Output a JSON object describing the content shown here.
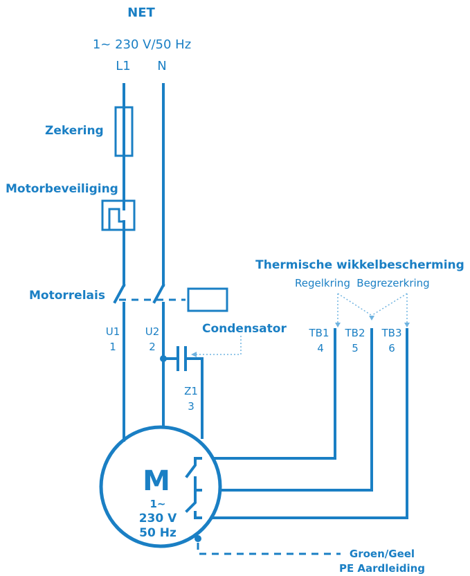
{
  "net": {
    "title": "NET",
    "supply": "1~ 230 V/50 Hz",
    "l1": "L1",
    "n": "N"
  },
  "components": {
    "fuse": "Zekering",
    "motor_protection": "Motorbeveiliging",
    "motor_relay": "Motorrelais",
    "capacitor": "Condensator"
  },
  "thermal": {
    "title": "Thermische wikkelbescherming",
    "control_circuit": "Regelkring",
    "limiter_circuit": "Begrezerkring"
  },
  "terminals": {
    "u1": "U1",
    "u1_num": "1",
    "u2": "U2",
    "u2_num": "2",
    "z1": "Z1",
    "z1_num": "3",
    "tb1": "TB1",
    "tb1_num": "4",
    "tb2": "TB2",
    "tb2_num": "5",
    "tb3": "TB3",
    "tb3_num": "6"
  },
  "motor": {
    "symbol": "M",
    "phase": "1~",
    "voltage": "230 V",
    "freq": "50 Hz"
  },
  "ground": {
    "line1": "Groen/Geel",
    "line2": "PE Aardleiding"
  },
  "colors": {
    "primary": "#1a7fc4",
    "dotted": "#6fb3e0"
  }
}
